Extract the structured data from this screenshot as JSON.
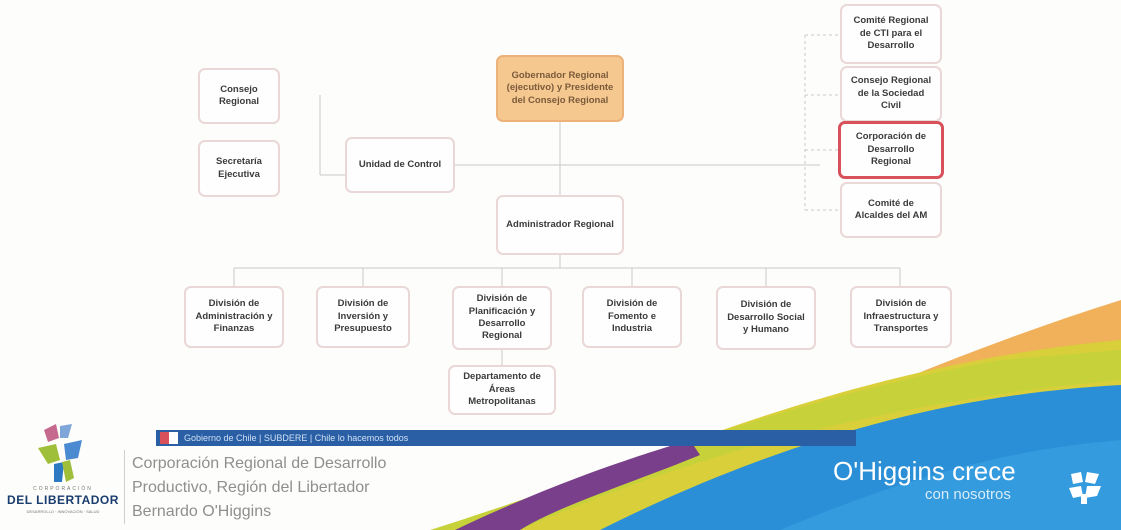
{
  "orgchart": {
    "governor": "Gobernador Regional (ejecutivo) y Presidente del Consejo Regional",
    "consejo": "Consejo Regional",
    "secretaria": "Secretaría Ejecutiva",
    "unidad_control": "Unidad de Control",
    "administrador": "Administrador Regional",
    "right_boxes": [
      "Comité Regional de CTI para el Desarrollo",
      "Consejo Regional de la Sociedad Civil",
      "Corporación de Desarrollo Regional",
      "Comité de Alcaldes del AM"
    ],
    "divisions": [
      "División de Administración y Finanzas",
      "División de Inversión y Presupuesto",
      "División de Planificación y Desarrollo Regional",
      "División de Fomento e Industria",
      "División de Desarrollo Social y Humano",
      "División de Infraestructura y Transportes"
    ],
    "departamento": "Departamento de Áreas Metropolitanas",
    "highlight_color": "#d8505a"
  },
  "banner": {
    "text": "Gobierno de Chile | SUBDERE | Chile lo hacemos todos"
  },
  "footer": {
    "lines": [
      "Corporación Regional de Desarrollo",
      "Productivo, Región del Libertador",
      "Bernardo O'Higgins"
    ],
    "logo_top": "CORPORACIÓN",
    "logo_main": "DEL LIBERTADOR",
    "logo_sub": "DESARROLLO · INNOVACIÓN · SALUD",
    "slogan": "O'Higgins crece",
    "slogan_sub": "con nosotros"
  }
}
